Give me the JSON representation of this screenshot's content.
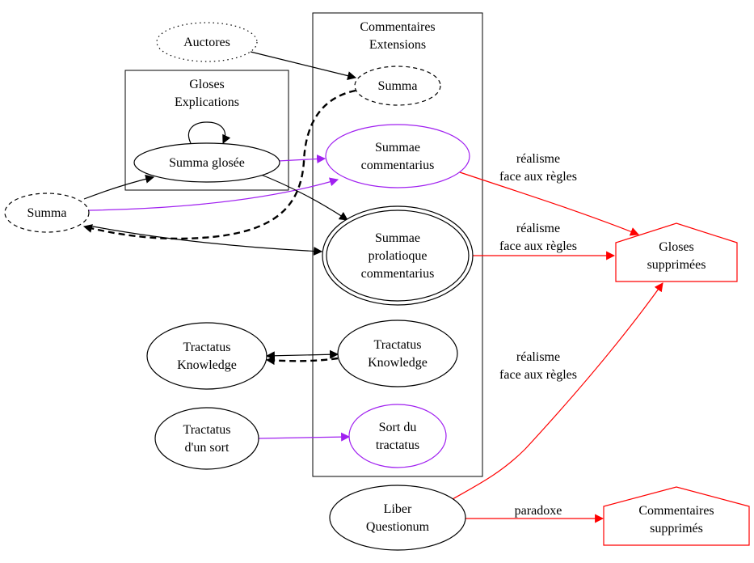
{
  "clusters": {
    "gloses": [
      "Gloses",
      "Explications"
    ],
    "commentaires": [
      "Commentaires",
      "Extensions"
    ]
  },
  "nodes": {
    "auctores": [
      "Auctores"
    ],
    "summa_left": [
      "Summa"
    ],
    "summa_glosee": [
      "Summa glosée"
    ],
    "summa_right": [
      "Summa"
    ],
    "summae_commentarius": [
      "Summae",
      "commentarius"
    ],
    "summae_prolatioque": [
      "Summae",
      "prolatioque",
      "commentarius"
    ],
    "tractatus_knowledge_left": [
      "Tractatus",
      "Knowledge"
    ],
    "tractatus_knowledge_right": [
      "Tractatus",
      "Knowledge"
    ],
    "tractatus_sort": [
      "Tractatus",
      "d'un sort"
    ],
    "sort_du_tractatus": [
      "Sort du",
      "tractatus"
    ],
    "liber_questionum": [
      "Liber",
      "Questionum"
    ],
    "gloses_supprimees": [
      "Gloses",
      "supprimées"
    ],
    "commentaires_supprimes": [
      "Commentaires",
      "supprimés"
    ]
  },
  "edge_labels": {
    "realisme_1": [
      "réalisme",
      "face aux règles"
    ],
    "realisme_2": [
      "réalisme",
      "face aux règles"
    ],
    "realisme_3": [
      "réalisme",
      "face aux règles"
    ],
    "paradoxe": [
      "paradoxe"
    ]
  },
  "colors": {
    "black": "#000000",
    "purple": "#a020f0",
    "red": "#ff0000"
  }
}
